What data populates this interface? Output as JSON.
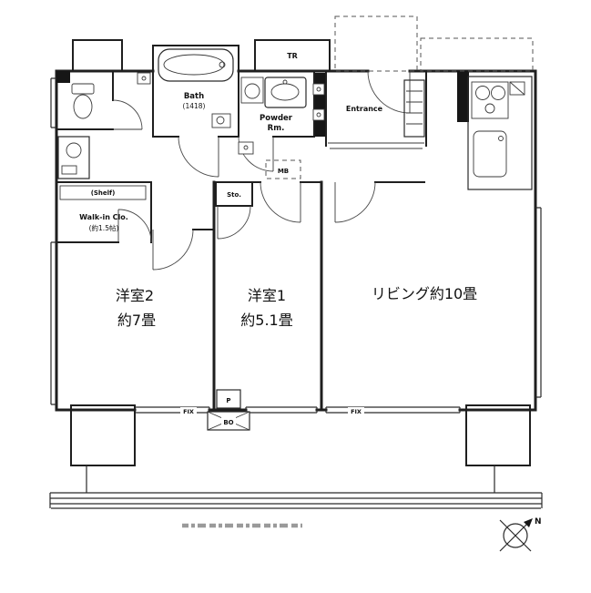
{
  "colors": {
    "ink": "#1f1f1f",
    "paper": "#ffffff"
  },
  "rooms": {
    "bath": {
      "name": "Bath",
      "size": "(1418)"
    },
    "powder": {
      "line1": "Powder",
      "line2": "Rm."
    },
    "entrance": {
      "name": "Entrance"
    },
    "trunk": {
      "name": "TR"
    },
    "closet": {
      "shelf": "(Shelf)",
      "name": "Walk-in Clo.",
      "size": "(約1.5帖)"
    },
    "storage": {
      "name": "Sto."
    },
    "bedroom2": {
      "name": "洋室2",
      "size": "約7畳"
    },
    "bedroom1": {
      "name": "洋室1",
      "size": "約5.1畳"
    },
    "living": {
      "name": "リビング約10畳"
    }
  },
  "marks": {
    "meter_box": "MB",
    "pipe": "P",
    "louver": "BO",
    "fix_left": "FIX",
    "fix_right": "FIX",
    "north": "N"
  }
}
